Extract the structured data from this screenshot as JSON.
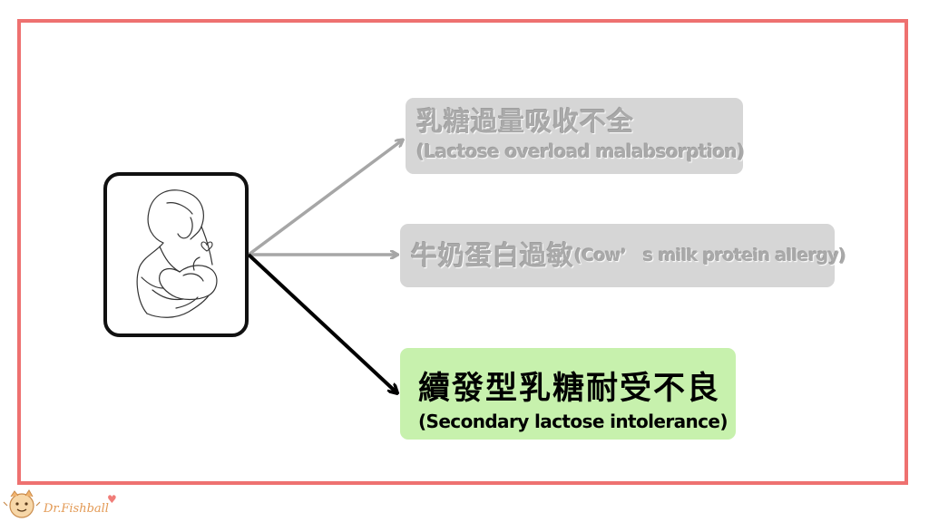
{
  "diagram": {
    "branches": [
      {
        "zh": "乳糖過量吸收不全",
        "en": "(Lactose overload malabsorption)",
        "state": "dimmed"
      },
      {
        "zh": "牛奶蛋白過敏",
        "en": "(Cow’　s milk protein allergy)",
        "state": "dimmed"
      },
      {
        "zh": "續發型乳糖耐受不良",
        "en": "(Secondary lactose intolerance)",
        "state": "highlighted"
      }
    ],
    "source_icon": "breastfeeding-mother-icon"
  },
  "colors": {
    "frame": "#ee7170",
    "dimmed_box": "#d6d6d6",
    "dimmed_text": "#a9a9a9",
    "highlight_box": "#c7f1ad",
    "arrow_dimmed": "#a6a6a6",
    "arrow_active": "#000000"
  },
  "logo": {
    "text": "Dr.Fishball",
    "icon": "fishball-mascot-icon",
    "heart": "♥"
  }
}
